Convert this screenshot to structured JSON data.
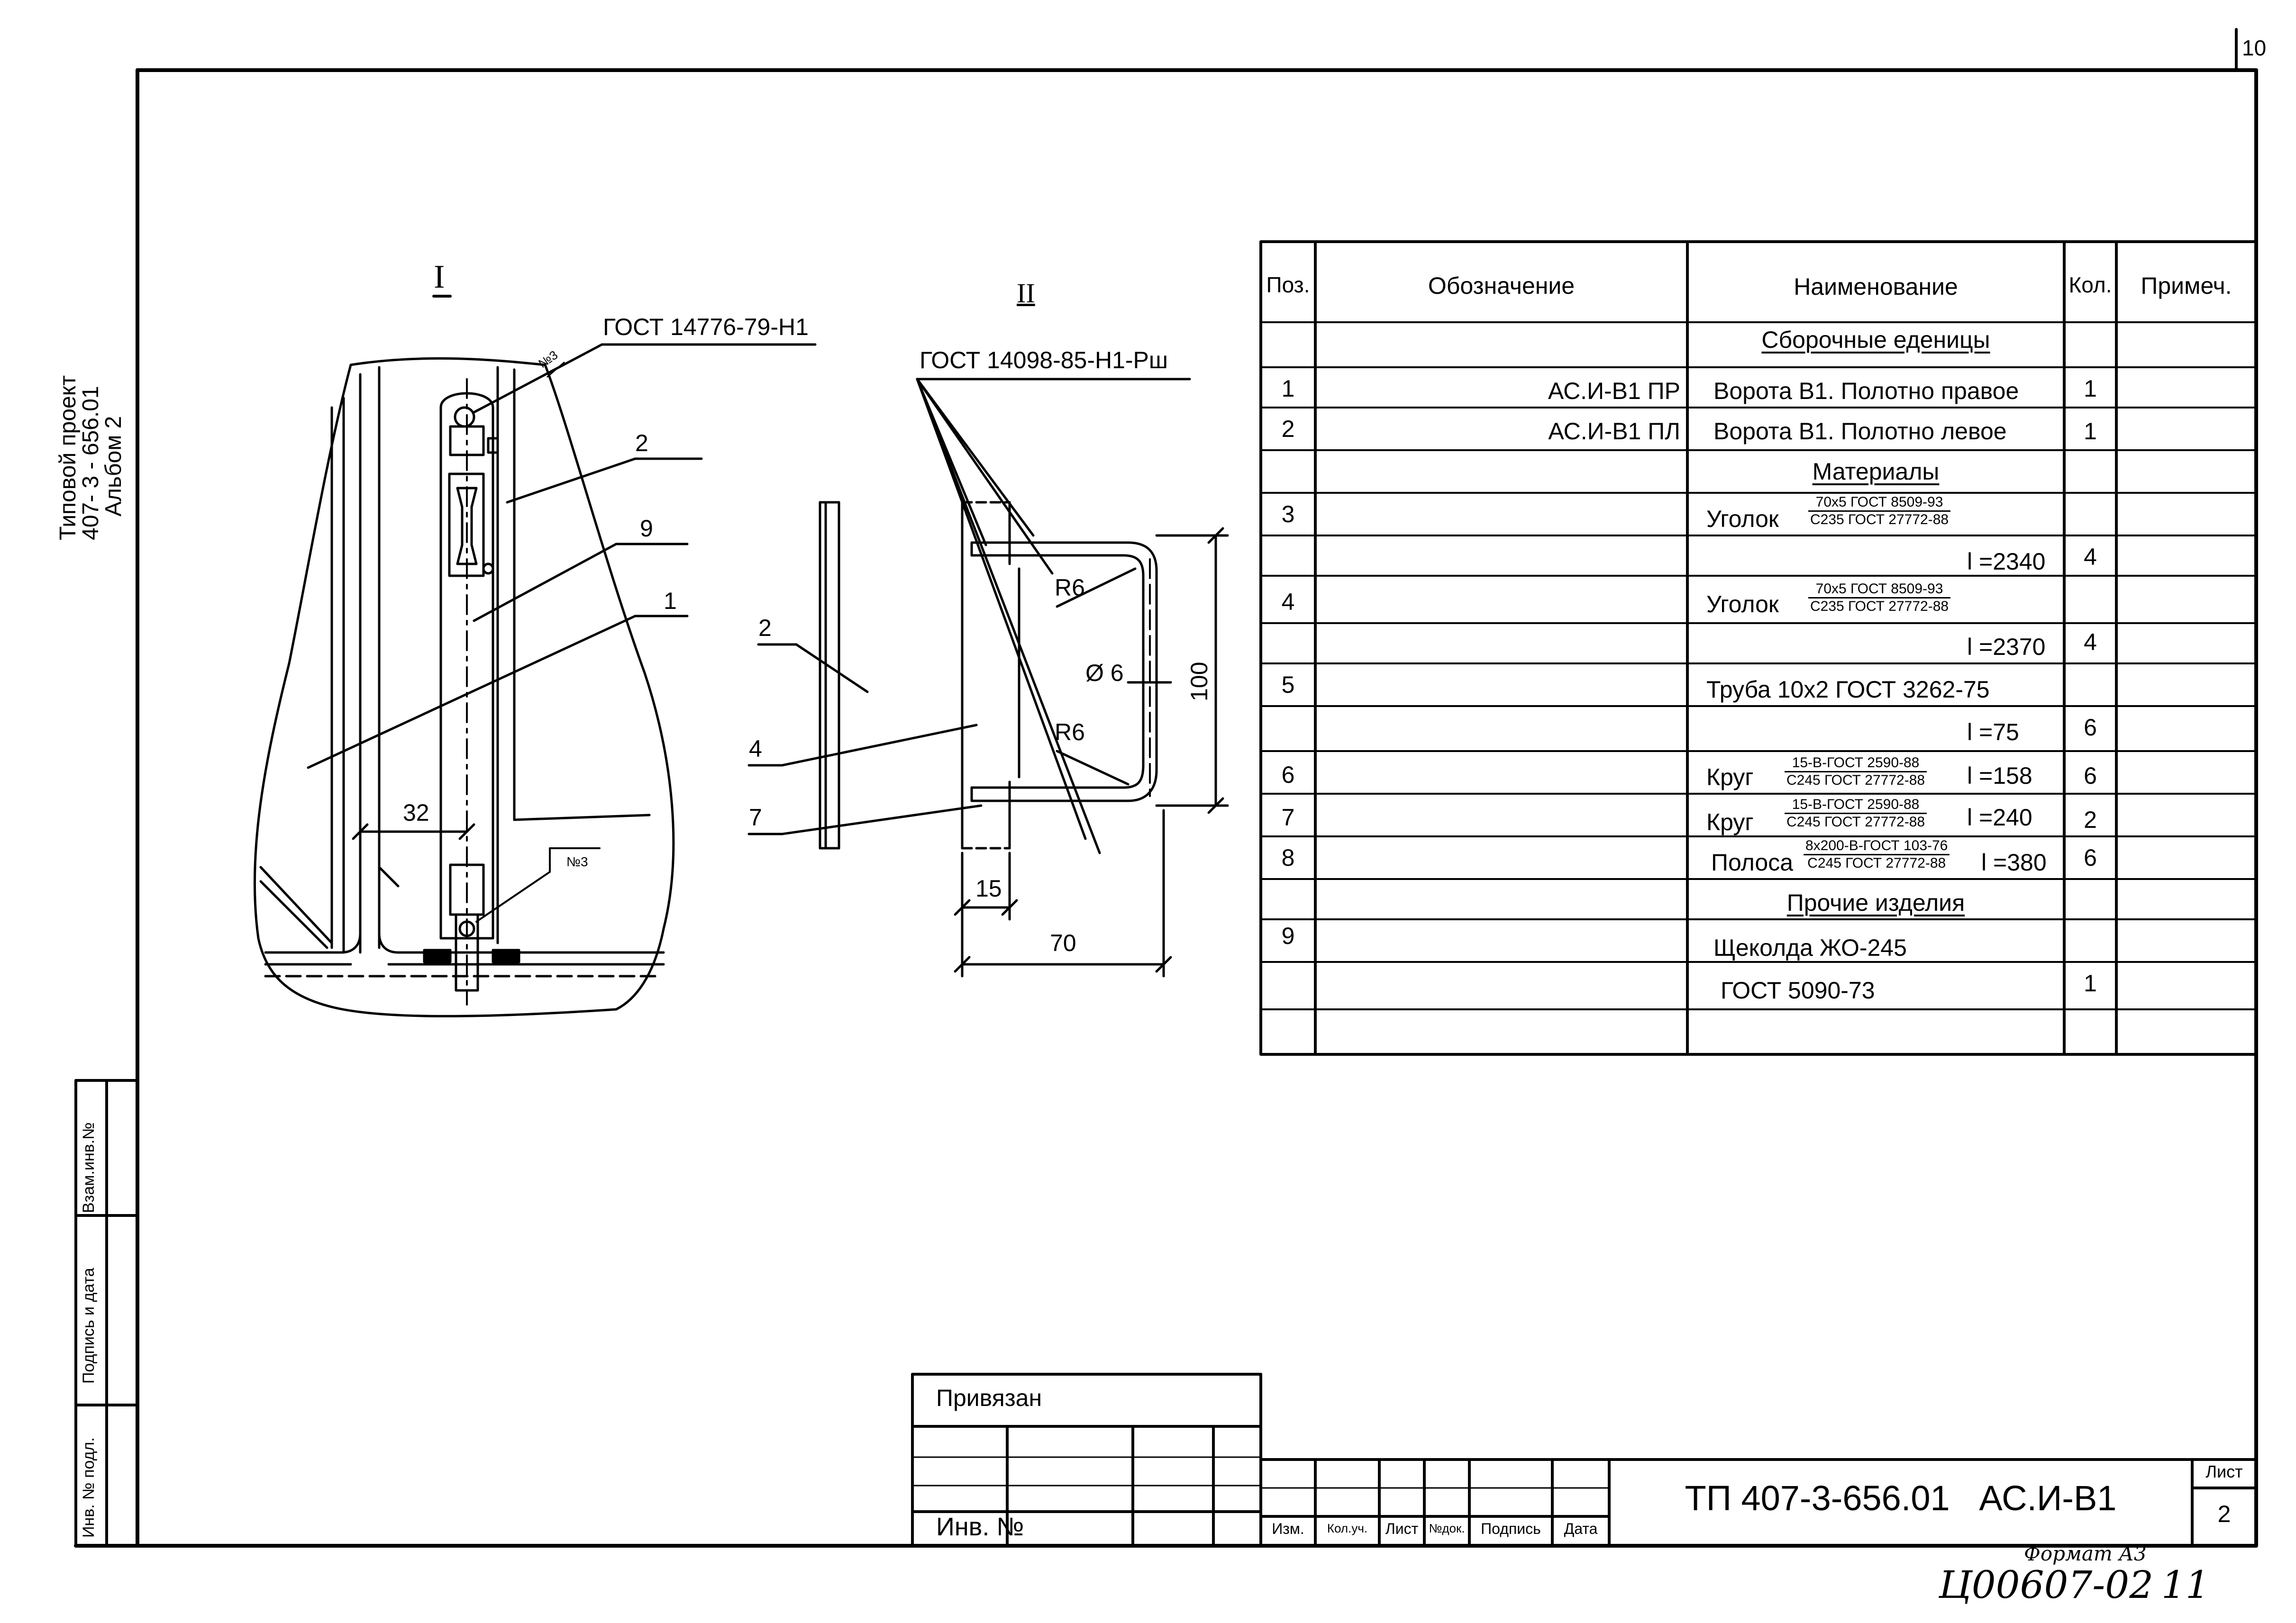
{
  "sheet_corner_number": "10",
  "binding_strip": {
    "project_type": "Типовой проект",
    "project_code": "407- 3 - 656.01",
    "album": "Альбом 2",
    "cells": [
      "Взам.инв.№",
      "Подпись и дата",
      "Инв. № подл."
    ]
  },
  "view1": {
    "label": "I",
    "gost": "ГОСТ 14776-79-Н1",
    "weld_mark": "№3",
    "weld_mark_2": "№3",
    "callouts": [
      "2",
      "9",
      "1"
    ],
    "dim_32": "32"
  },
  "view2": {
    "label": "II",
    "gost": "ГОСТ 14098-85-Н1-Рш",
    "callouts": [
      "2",
      "4",
      "7"
    ],
    "r_top": "R6",
    "r_bottom": "R6",
    "diam": "Ø 6",
    "dim_100": "100",
    "dim_15": "15",
    "dim_70": "70"
  },
  "spec_table": {
    "headers": {
      "pos": "Поз.",
      "designation": "Обозначение",
      "name": "Наименование",
      "qty": "Кол.",
      "note": "Примеч."
    },
    "sections": {
      "assembly": "Сборочные еденицы",
      "materials": "Материалы",
      "other": "Прочие изделия"
    },
    "rows": [
      {
        "pos": "1",
        "designation": "АС.И-В1 ПР",
        "name": "Ворота В1. Полотно правое",
        "qty": "1"
      },
      {
        "pos": "2",
        "designation": "АС.И-В1 ПЛ",
        "name": "Ворота В1. Полотно левое",
        "qty": "1"
      },
      {
        "pos": "3",
        "name": "Уголок",
        "frac_top": "70х5 ГОСТ 8509-93",
        "frac_bottom": "С235 ГОСТ 27772-88"
      },
      {
        "length": "l =2340",
        "qty": "4"
      },
      {
        "pos": "4",
        "name": "Уголок",
        "frac_top": "70х5 ГОСТ 8509-93",
        "frac_bottom": "С235 ГОСТ 27772-88"
      },
      {
        "length": "l =2370",
        "qty": "4"
      },
      {
        "pos": "5",
        "name": "Труба 10х2 ГОСТ 3262-75"
      },
      {
        "length": "l =75",
        "qty": "6"
      },
      {
        "pos": "6",
        "name": "Круг",
        "frac_top": "15-В-ГОСТ 2590-88",
        "frac_bottom": "С245 ГОСТ 27772-88",
        "length": "l =158",
        "qty": "6"
      },
      {
        "pos": "7",
        "name": "Круг",
        "frac_top": "15-В-ГОСТ 2590-88",
        "frac_bottom": "С245 ГОСТ 27772-88",
        "length": "l =240",
        "qty": "2"
      },
      {
        "pos": "8",
        "name": "Полоса",
        "frac_top": "8х200-В-ГОСТ 103-76",
        "frac_bottom": "С245 ГОСТ 27772-88",
        "length": "l =380",
        "qty": "6"
      },
      {
        "pos": "9",
        "name": "Щеколда ЖО-245"
      },
      {
        "name": "ГОСТ 5090-73",
        "qty": "1"
      }
    ]
  },
  "title_block": {
    "privyazan": "Привязан",
    "inv_no": "Инв. №",
    "columns": [
      "Изм.",
      "Кол.уч.",
      "Лист",
      "№док.",
      "Подпись",
      "Дата"
    ],
    "doc_code": "ТП 407-3-656.01   АС.И-В1",
    "sheet_label": "Лист",
    "sheet_number": "2"
  },
  "footer": {
    "format": "Формат А3",
    "archive": "Ц00607-02",
    "page": "11"
  }
}
